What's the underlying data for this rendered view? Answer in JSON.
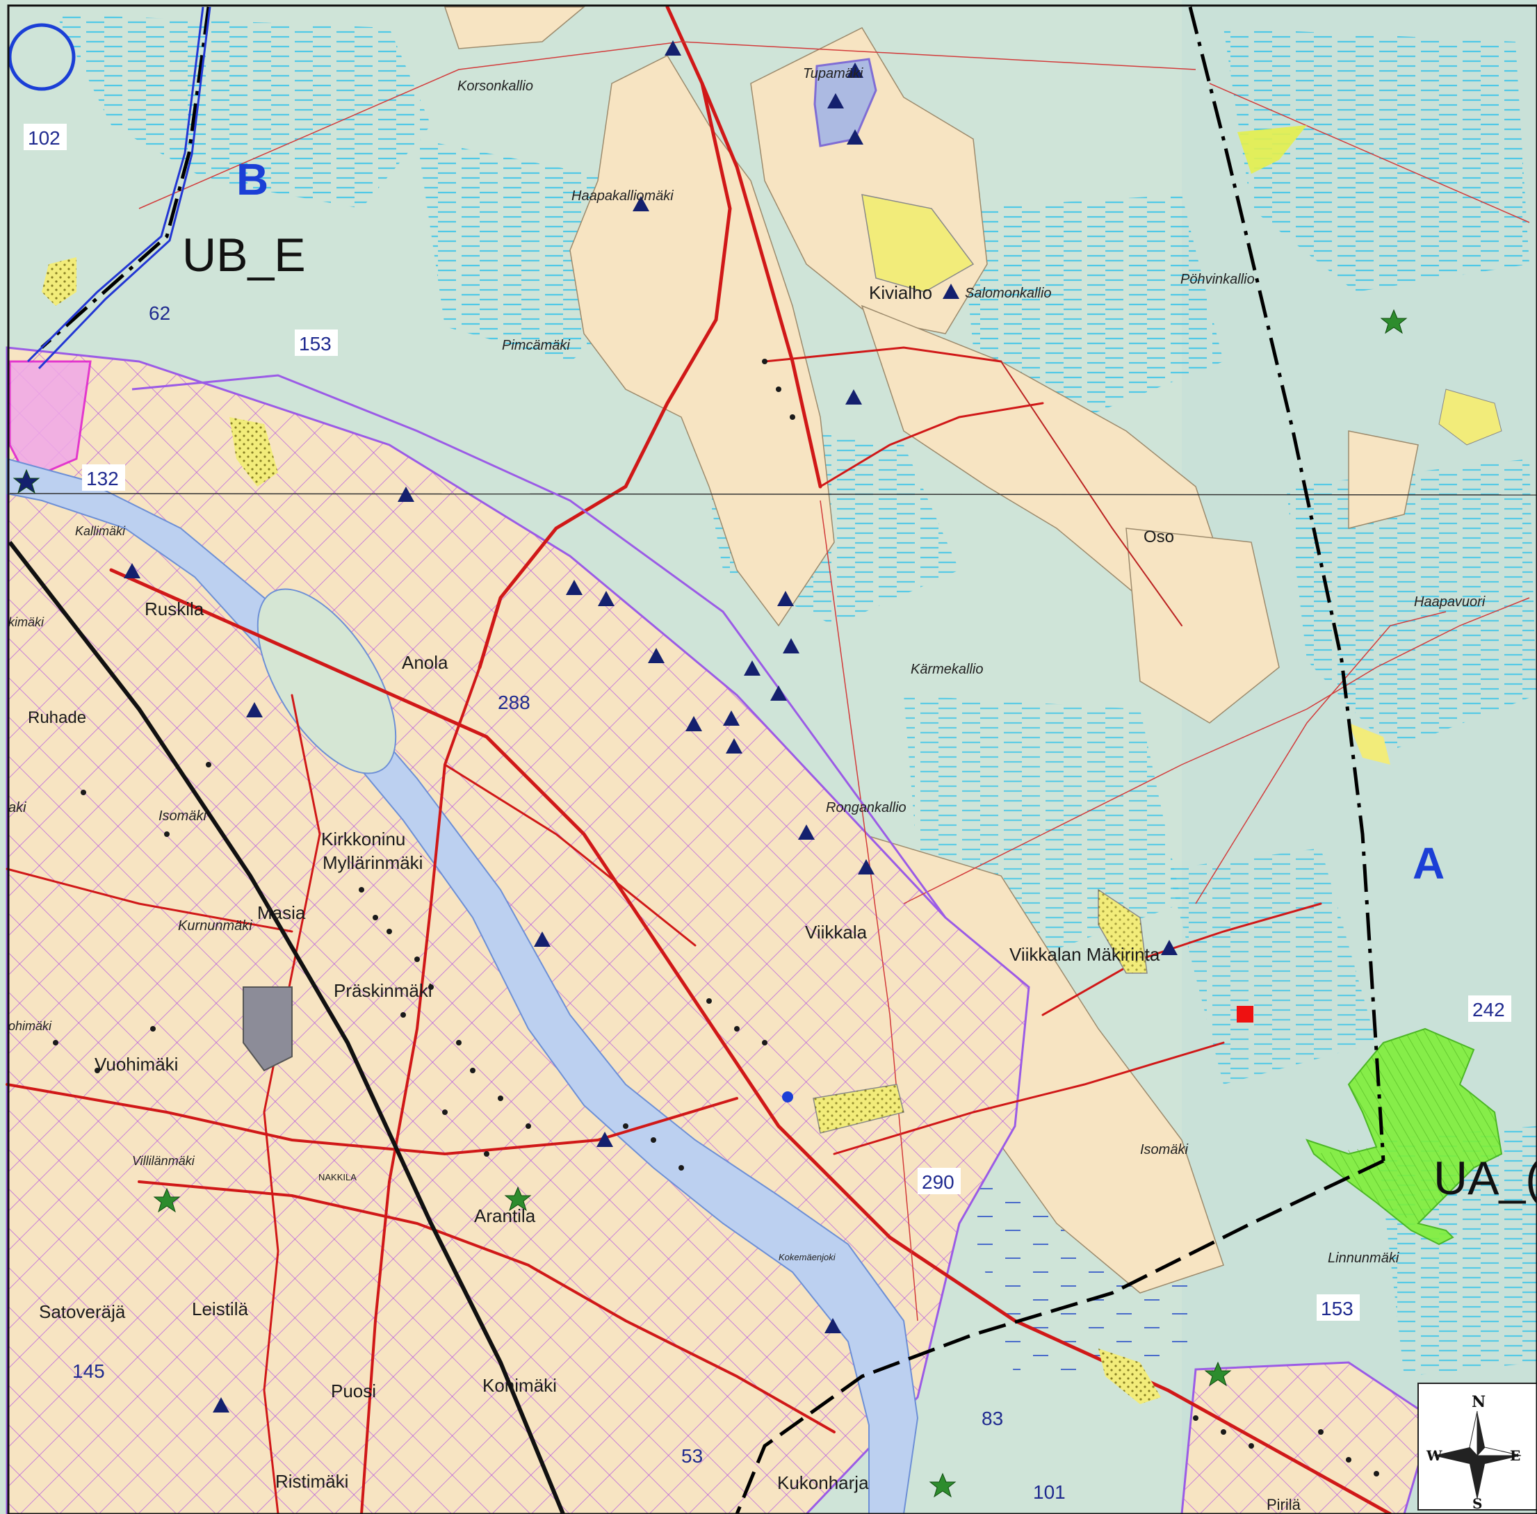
{
  "map": {
    "zones": {
      "a": "A",
      "b": "B"
    },
    "codes": {
      "ub_e": "UB_E",
      "ua_c": "UA_("
    },
    "places": [
      {
        "key": "ruskila",
        "text": "Ruskila"
      },
      {
        "key": "anola",
        "text": "Anola"
      },
      {
        "key": "kirkkonummi",
        "text": "Kirkkoninu"
      },
      {
        "key": "myllarinmaki",
        "text": "Myllärinmäki"
      },
      {
        "key": "masia",
        "text": "Masia"
      },
      {
        "key": "praskinmaki",
        "text": "Präskinmäki"
      },
      {
        "key": "vuohimaki",
        "text": "Vuohimäki"
      },
      {
        "key": "arantila",
        "text": "Arantila"
      },
      {
        "key": "satoveraja",
        "text": "Satoveräjä"
      },
      {
        "key": "leistila",
        "text": "Leistilä"
      },
      {
        "key": "puosi",
        "text": "Puosi"
      },
      {
        "key": "konimaki",
        "text": "Konimäki"
      },
      {
        "key": "ristimaki",
        "text": "Ristimäki"
      },
      {
        "key": "kukonharja",
        "text": "Kukonharja"
      },
      {
        "key": "viikkala",
        "text": "Viikkala"
      },
      {
        "key": "viikkalan-makirinta",
        "text": "Viikkalan Mäkirinta"
      },
      {
        "key": "oso",
        "text": "Oso"
      },
      {
        "key": "kivialho",
        "text": "Kivialho"
      },
      {
        "key": "ruhade",
        "text": "Ruhade"
      },
      {
        "key": "pirila",
        "text": "Pirilä"
      },
      {
        "key": "nakkila",
        "text": "NAKKILA"
      }
    ],
    "terrain": [
      {
        "key": "korsonkallio",
        "text": "Korsonkallio"
      },
      {
        "key": "tupamaki",
        "text": "Tupamäki"
      },
      {
        "key": "haapakalliomaki",
        "text": "Haapakalliomäki"
      },
      {
        "key": "salomonkallio",
        "text": "Salomonkallio"
      },
      {
        "key": "pohvinkallio",
        "text": "Pöhvinkallio"
      },
      {
        "key": "pimcamaki",
        "text": "Pimcämäki"
      },
      {
        "key": "kallimaki",
        "text": "Kallimäki"
      },
      {
        "key": "kimaki",
        "text": "kimäki"
      },
      {
        "key": "haapavuori",
        "text": "Haapavuori"
      },
      {
        "key": "karmekallio",
        "text": "Kärmekallio"
      },
      {
        "key": "rongankallio",
        "text": "Rongankallio"
      },
      {
        "key": "isomaki-w",
        "text": "Isomäki"
      },
      {
        "key": "isomaki-e",
        "text": "Isomäki"
      },
      {
        "key": "kurnunmaki",
        "text": "Kurnunmäki"
      },
      {
        "key": "villilanmaki",
        "text": "Villilänmäki"
      },
      {
        "key": "linnunmaki",
        "text": "Linnunmäki"
      },
      {
        "key": "ohimaki",
        "text": "ohimäki"
      },
      {
        "key": "aki",
        "text": "aki"
      },
      {
        "key": "kokemaenjoki",
        "text": "Kokemäenjoki"
      }
    ],
    "numbers": [
      {
        "key": "n102",
        "text": "102"
      },
      {
        "key": "n62",
        "text": "62"
      },
      {
        "key": "n153a",
        "text": "153"
      },
      {
        "key": "n132",
        "text": "132"
      },
      {
        "key": "n288",
        "text": "288"
      },
      {
        "key": "n290",
        "text": "290"
      },
      {
        "key": "n242",
        "text": "242"
      },
      {
        "key": "n153b",
        "text": "153"
      },
      {
        "key": "n145",
        "text": "145"
      },
      {
        "key": "n83",
        "text": "83"
      },
      {
        "key": "n53",
        "text": "53"
      },
      {
        "key": "n101",
        "text": "101"
      }
    ],
    "compass": {
      "n": "N",
      "s": "S",
      "e": "E",
      "w": "W"
    },
    "colors": {
      "background": "#cfe4d8",
      "settlement": "#f7e4c2",
      "urban_hatch": "#b04ce0",
      "water": "#bcd0f0",
      "road": "#d01818",
      "boundary": "#000000",
      "zone_label": "#1b3fd6",
      "wetland": "#39c4e8",
      "green_area": "#7fef3a",
      "gravel": "#f2ec7a"
    }
  }
}
